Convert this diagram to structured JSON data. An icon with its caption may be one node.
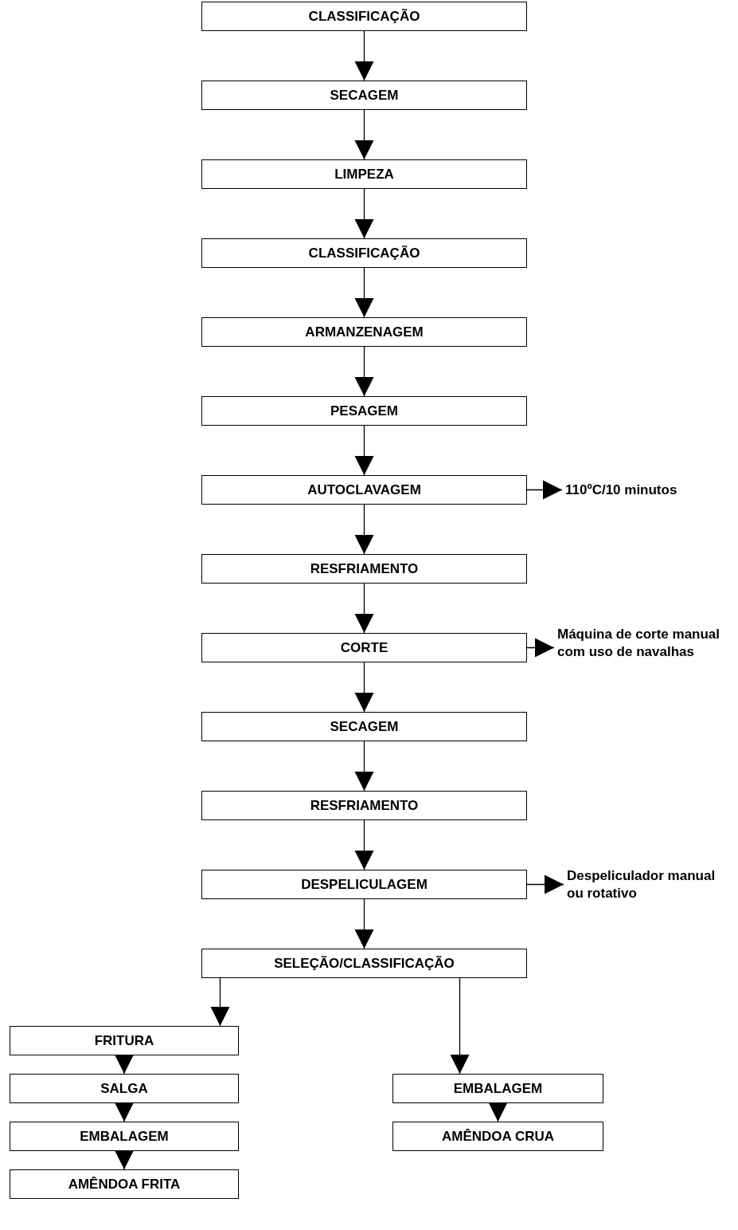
{
  "diagram": {
    "nodes": [
      {
        "text": [
          "CLASSIFICAÇÃO"
        ]
      },
      {
        "text": [
          "SECAGEM"
        ]
      },
      {
        "text": [
          "LIMPEZA"
        ]
      },
      {
        "text": [
          "CLASSIFICAÇÃO"
        ]
      },
      {
        "text": [
          "ARMANZENAGEM"
        ]
      },
      {
        "text": [
          "PESAGEM"
        ]
      },
      {
        "text": [
          "AUTOCLAVAGEM"
        ]
      },
      {
        "text": [
          "110ºC/10 minutos"
        ]
      },
      {
        "text": [
          "RESFRIAMENTO"
        ]
      },
      {
        "text": [
          "CORTE"
        ]
      },
      {
        "text": [
          "Máquina de corte manual com uso de navalhas"
        ]
      },
      {
        "text": [
          "SECAGEM"
        ]
      },
      {
        "text": [
          "RESFRIAMENTO"
        ]
      },
      {
        "text": [
          "DESPELICULAGEM"
        ]
      },
      {
        "text": [
          "Despeliculador manual ou rotativo"
        ]
      },
      {
        "text": [
          "SELEÇÃO/CLASSIFICAÇÃO"
        ]
      },
      {
        "text": [
          "FRITURA"
        ]
      },
      {
        "text": [
          "SALGA"
        ]
      },
      {
        "text": [
          "EMBALAGEM"
        ]
      },
      {
        "text": [
          "AMÊNDOA FRITA"
        ]
      },
      {
        "text": [
          "EMBALAGEM"
        ]
      },
      {
        "text": [
          "AMÊNDOA CRUA"
        ]
      }
    ],
    "edges": [
      {
        "from": 0,
        "to": 1,
        "arrow": "to"
      },
      {
        "from": 1,
        "to": 2,
        "arrow": "to"
      },
      {
        "from": 2,
        "to": 3,
        "arrow": "to"
      },
      {
        "from": 3,
        "to": 4,
        "arrow": "to"
      },
      {
        "from": 4,
        "to": 5,
        "arrow": "to"
      },
      {
        "from": 5,
        "to": 6,
        "arrow": "to"
      },
      {
        "from": 6,
        "to": 7,
        "arrow": "to"
      },
      {
        "from": 6,
        "to": 8,
        "arrow": "to"
      },
      {
        "from": 8,
        "to": 9,
        "arrow": "to"
      },
      {
        "from": 9,
        "to": 10,
        "arrow": "to"
      },
      {
        "from": 9,
        "to": 11,
        "arrow": "to"
      },
      {
        "from": 11,
        "to": 12,
        "arrow": "to"
      },
      {
        "from": 12,
        "to": 13,
        "arrow": "to"
      },
      {
        "from": 13,
        "to": 14,
        "arrow": "to"
      },
      {
        "from": 13,
        "to": 15,
        "arrow": "to"
      },
      {
        "from": 15,
        "to": 16,
        "arrow": "to"
      },
      {
        "from": 15,
        "to": 20,
        "arrow": "to"
      },
      {
        "from": 16,
        "to": 17,
        "arrow": "to"
      },
      {
        "from": 17,
        "to": 18,
        "arrow": "to"
      },
      {
        "from": 18,
        "to": 19,
        "arrow": "to"
      },
      {
        "from": 20,
        "to": 21,
        "arrow": "to"
      }
    ]
  }
}
